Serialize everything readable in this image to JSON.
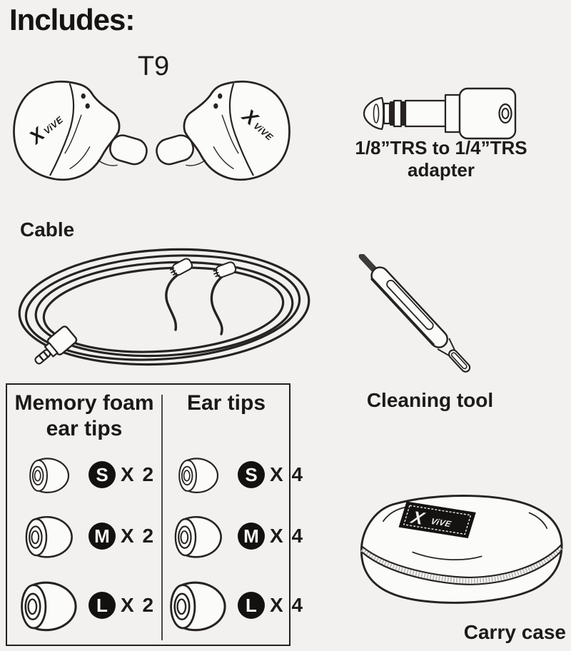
{
  "page": {
    "title": "Includes:"
  },
  "colors": {
    "background": "#f2f1f0",
    "ink": "#262322",
    "badge_fill": "#131110",
    "badge_text": "#fafafa"
  },
  "brand": {
    "x": "X",
    "name": "ViVE"
  },
  "earphones": {
    "model_label": "T9"
  },
  "adapter": {
    "caption_line1": "1/8”TRS to 1/4”TRS",
    "caption_line2": "adapter"
  },
  "cable": {
    "caption": "Cable"
  },
  "cleaning_tool": {
    "caption": "Cleaning tool"
  },
  "carry_case": {
    "caption": "Carry case"
  },
  "ear_tips_box": {
    "columns": [
      {
        "header_line1": "Memory foam",
        "header_line2": "ear tips",
        "rows": [
          {
            "size": "S",
            "count": "X 2"
          },
          {
            "size": "M",
            "count": "X 2"
          },
          {
            "size": "L",
            "count": "X 2"
          }
        ]
      },
      {
        "header_line1": "Ear tips",
        "header_line2": "",
        "rows": [
          {
            "size": "S",
            "count": "X 4"
          },
          {
            "size": "M",
            "count": "X 4"
          },
          {
            "size": "L",
            "count": "X 4"
          }
        ]
      }
    ]
  }
}
